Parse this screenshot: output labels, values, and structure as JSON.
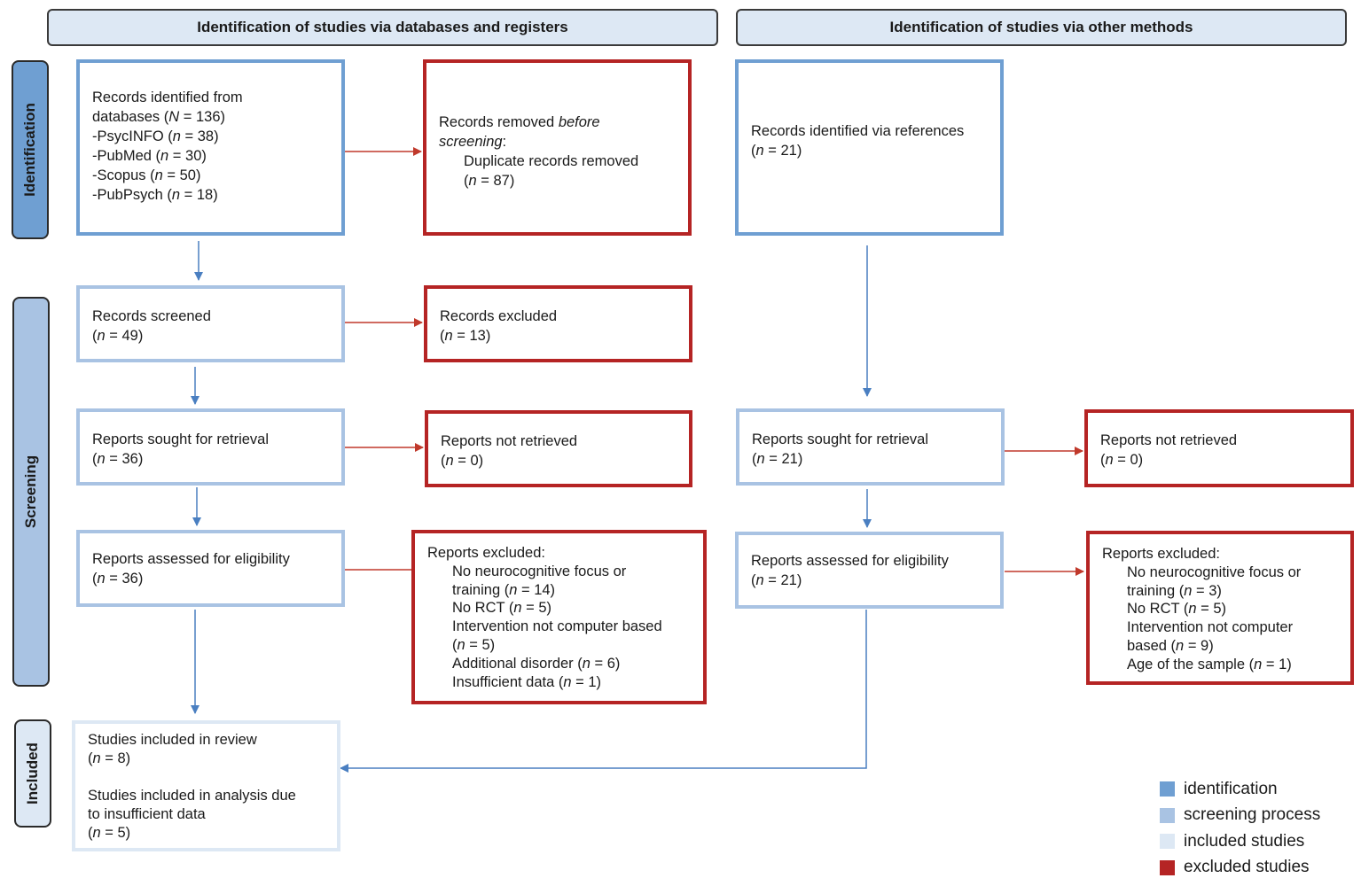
{
  "headers": {
    "left": "Identification of studies via databases and registers",
    "right": "Identification of studies via other methods"
  },
  "phases": {
    "identification": "Identification",
    "screening": "Screening",
    "included": "Included"
  },
  "left_column": {
    "identified": {
      "line1": "Records identified from",
      "line2_pre": "databases (",
      "line2_n": "N",
      "line2_post": " = 136)",
      "sources": [
        {
          "pre": "-PsycINFO (",
          "n": "n",
          "post": " = 38)"
        },
        {
          "pre": "-PubMed (",
          "n": "n",
          "post": " = 30)"
        },
        {
          "pre": "-Scopus (",
          "n": "n",
          "post": " = 50)"
        },
        {
          "pre": "-PubPsych (",
          "n": "n",
          "post": " = 18)"
        }
      ]
    },
    "removed": {
      "line1_pre": "Records removed ",
      "line1_em": "before",
      "line2_em": "screening",
      "line2_post": ":",
      "line3": "Duplicate records removed",
      "line4_n": "n",
      "line4_post": " = 87)"
    },
    "screened": {
      "label": "Records screened",
      "n": "n",
      "post": " = 49)"
    },
    "excluded": {
      "label": "Records excluded",
      "n": "n",
      "post": " = 13)"
    },
    "sought": {
      "label": "Reports sought for retrieval",
      "n": "n",
      "post": " = 36)"
    },
    "not_retrieved": {
      "label": "Reports not retrieved",
      "n": "n",
      "post": " = 0)"
    },
    "assessed": {
      "label": "Reports assessed for eligibility",
      "n": "n",
      "post": " = 36)"
    },
    "reports_excluded": {
      "label": "Reports excluded:",
      "r1": "No neurocognitive focus or",
      "r2_pre": "training (",
      "r2_n": "n",
      "r2_post": " = 14)",
      "r3_pre": "No RCT (",
      "r3_n": "n",
      "r3_post": " = 5)",
      "r4": "Intervention not computer based",
      "r5_pre": "(",
      "r5_n": "n",
      "r5_post": " = 5)",
      "r6_pre": "Additional disorder (",
      "r6_n": "n",
      "r6_post": " = 6)",
      "r7_pre": "Insufficient data (",
      "r7_n": "n",
      "r7_post": " = 1)"
    },
    "included": {
      "l1": "Studies included in review",
      "l2_n": "n",
      "l2_post": " = 8)",
      "l3": "Studies included in analysis due",
      "l4": "to insufficient data",
      "l5_n": "n",
      "l5_post": " = 5)"
    }
  },
  "right_column": {
    "identified": {
      "label": "Records identified via references",
      "n": "n",
      "post": " = 21)"
    },
    "sought": {
      "label": "Reports sought for retrieval",
      "n": "n",
      "post": " = 21)"
    },
    "not_retrieved": {
      "label": "Reports not retrieved",
      "n": "n",
      "post": " = 0)"
    },
    "assessed": {
      "label": "Reports assessed for eligibility",
      "n": "n",
      "post": " = 21)"
    },
    "reports_excluded": {
      "label": "Reports excluded:",
      "r1": "No neurocognitive focus or",
      "r2_pre": "training (",
      "r2_n": "n",
      "r2_post": " = 3)",
      "r3_pre": "No RCT (",
      "r3_n": "n",
      "r3_post": " = 5)",
      "r4": "Intervention not computer",
      "r5_pre": "based (",
      "r5_n": "n",
      "r5_post": " = 9)",
      "r6_pre": "Age of the sample (",
      "r6_n": "n",
      "r6_post": " = 1)"
    }
  },
  "legend": [
    {
      "label": "identification",
      "color": "#6f9fd2"
    },
    {
      "label": "screening process",
      "color": "#a9c3e3"
    },
    {
      "label": "included studies",
      "color": "#dde8f4"
    },
    {
      "label": "excluded studies",
      "color": "#b52424"
    }
  ],
  "colors": {
    "identification": "#6f9fd2",
    "screening": "#a9c3e3",
    "included": "#dde8f4",
    "excluded": "#b52424",
    "arrow_flow": "#4a7fc1",
    "arrow_exclude": "#c0392b"
  }
}
